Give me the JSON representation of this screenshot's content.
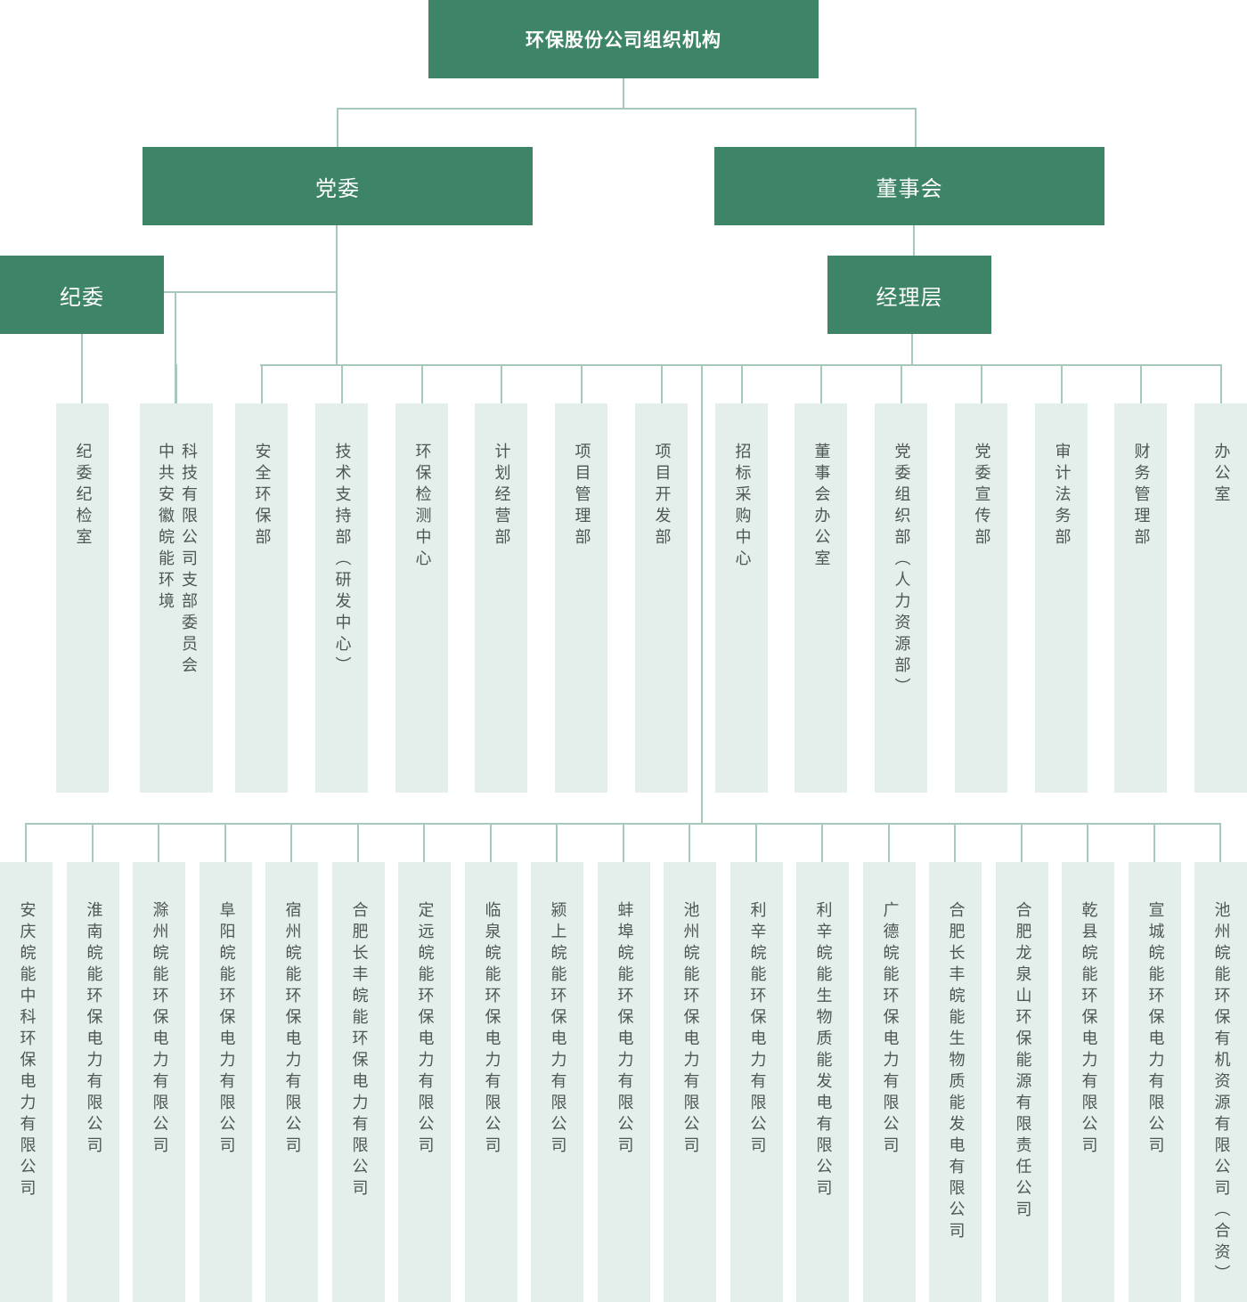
{
  "title": "环保股份公司组织机构",
  "party_committee": "党委",
  "board": "董事会",
  "discipline_committee": "纪委",
  "management": "经理层",
  "departments": [
    {
      "id": "jiwei-office",
      "lines": [
        "纪委纪检室"
      ]
    },
    {
      "id": "party-branch",
      "lines": [
        "科技有限公司支部委员会",
        "中共安徽皖能环境"
      ]
    },
    {
      "id": "safety",
      "lines": [
        "安全环保部"
      ]
    },
    {
      "id": "tech-support",
      "lines": [
        "技术支持部（研发中心）"
      ]
    },
    {
      "id": "env-testing",
      "lines": [
        "环保检测中心"
      ]
    },
    {
      "id": "planning",
      "lines": [
        "计划经营部"
      ]
    },
    {
      "id": "project-mgmt",
      "lines": [
        "项目管理部"
      ]
    },
    {
      "id": "project-dev",
      "lines": [
        "项目开发部"
      ]
    },
    {
      "id": "procurement",
      "lines": [
        "招标采购中心"
      ]
    },
    {
      "id": "board-office",
      "lines": [
        "董事会办公室"
      ]
    },
    {
      "id": "party-org",
      "lines": [
        "党委组织部（人力资源部）"
      ]
    },
    {
      "id": "party-propaganda",
      "lines": [
        "党委宣传部"
      ]
    },
    {
      "id": "audit-legal",
      "lines": [
        "审计法务部"
      ]
    },
    {
      "id": "finance",
      "lines": [
        "财务管理部"
      ]
    },
    {
      "id": "office",
      "lines": [
        "办公室"
      ]
    }
  ],
  "subsidiaries": [
    "安庆皖能中科环保电力有限公司",
    "淮南皖能环保电力有限公司",
    "滁州皖能环保电力有限公司",
    "阜阳皖能环保电力有限公司",
    "宿州皖能环保电力有限公司",
    "合肥长丰皖能环保电力有限公司",
    "定远皖能环保电力有限公司",
    "临泉皖能环保电力有限公司",
    "颍上皖能环保电力有限公司",
    "蚌埠皖能环保电力有限公司",
    "池州皖能环保电力有限公司",
    "利辛皖能环保电力有限公司",
    "利辛皖能生物质能发电有限公司",
    "广德皖能环保电力有限公司",
    "合肥长丰皖能生物质能发电有限公司",
    "合肥龙泉山环保能源有限责任公司",
    "乾县皖能环保电力有限公司",
    "宣城皖能环保电力有限公司",
    "池州皖能环保有机资源有限公司（合资）"
  ],
  "colors": {
    "header_green": "#3d8566",
    "box_light": "#e4eeea",
    "connector": "#a7c9ba",
    "box_text": "#4f5653"
  }
}
